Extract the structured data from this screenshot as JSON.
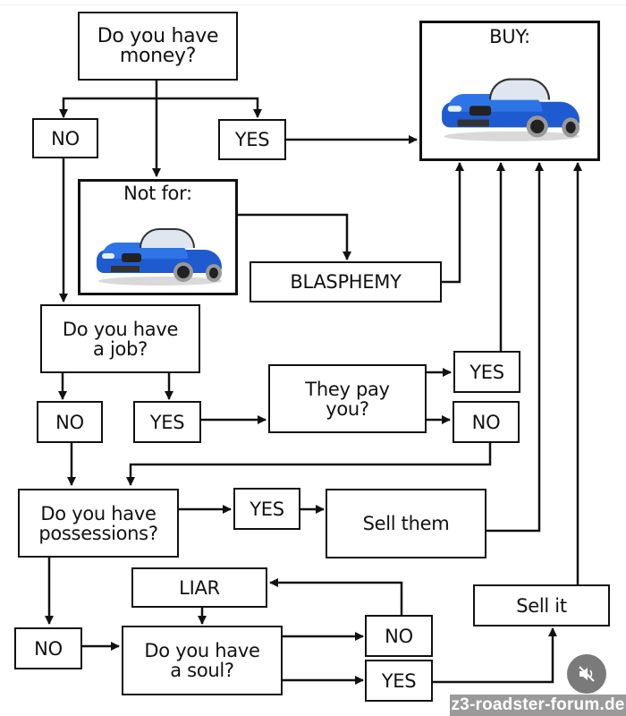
{
  "diagram": {
    "type": "flowchart",
    "theme": {
      "line_color": "#111111",
      "background": "#ffffff",
      "car_color": "#1e5bd0"
    },
    "nodes": {
      "q_money": "Do you have\nmoney?",
      "money_no": "NO",
      "money_yes": "YES",
      "not_for": "Not for:",
      "buy": "BUY:",
      "blasphemy": "BLASPHEMY",
      "q_job": "Do you have\na job?",
      "job_no": "NO",
      "job_yes": "YES",
      "q_pay": "They pay\nyou?",
      "pay_yes": "YES",
      "pay_no": "NO",
      "q_possessions": "Do you have\npossessions?",
      "poss_yes": "YES",
      "sell_them": "Sell them",
      "liar": "LIAR",
      "poss_no": "NO",
      "q_soul": "Do you have\na soul?",
      "soul_no": "NO",
      "soul_yes": "YES",
      "sell_it": "Sell it"
    },
    "images": {
      "buy_image": "blue-bmw-z3-roadster",
      "not_for_image": "blue-bmw-z3-roadster"
    },
    "edges": [
      [
        "q_money",
        "money_no"
      ],
      [
        "q_money",
        "money_yes"
      ],
      [
        "q_money",
        "not_for"
      ],
      [
        "money_yes",
        "buy"
      ],
      [
        "not_for",
        "blasphemy"
      ],
      [
        "blasphemy",
        "buy"
      ],
      [
        "money_no",
        "q_job"
      ],
      [
        "q_job",
        "job_no"
      ],
      [
        "q_job",
        "job_yes"
      ],
      [
        "job_yes",
        "q_pay"
      ],
      [
        "q_pay",
        "pay_yes"
      ],
      [
        "q_pay",
        "pay_no"
      ],
      [
        "pay_yes",
        "buy"
      ],
      [
        "pay_no",
        "q_possessions"
      ],
      [
        "job_no",
        "q_possessions"
      ],
      [
        "q_possessions",
        "poss_yes"
      ],
      [
        "poss_yes",
        "sell_them"
      ],
      [
        "sell_them",
        "buy"
      ],
      [
        "q_possessions",
        "poss_no"
      ],
      [
        "poss_no",
        "q_soul"
      ],
      [
        "liar",
        "q_soul"
      ],
      [
        "q_soul",
        "soul_no"
      ],
      [
        "q_soul",
        "soul_yes"
      ],
      [
        "soul_no",
        "liar"
      ],
      [
        "soul_yes",
        "sell_it"
      ],
      [
        "sell_it",
        "buy"
      ]
    ]
  },
  "overlay": {
    "mute_icon": "speaker-muted-icon",
    "watermark": "z3-roadster-forum.de"
  }
}
